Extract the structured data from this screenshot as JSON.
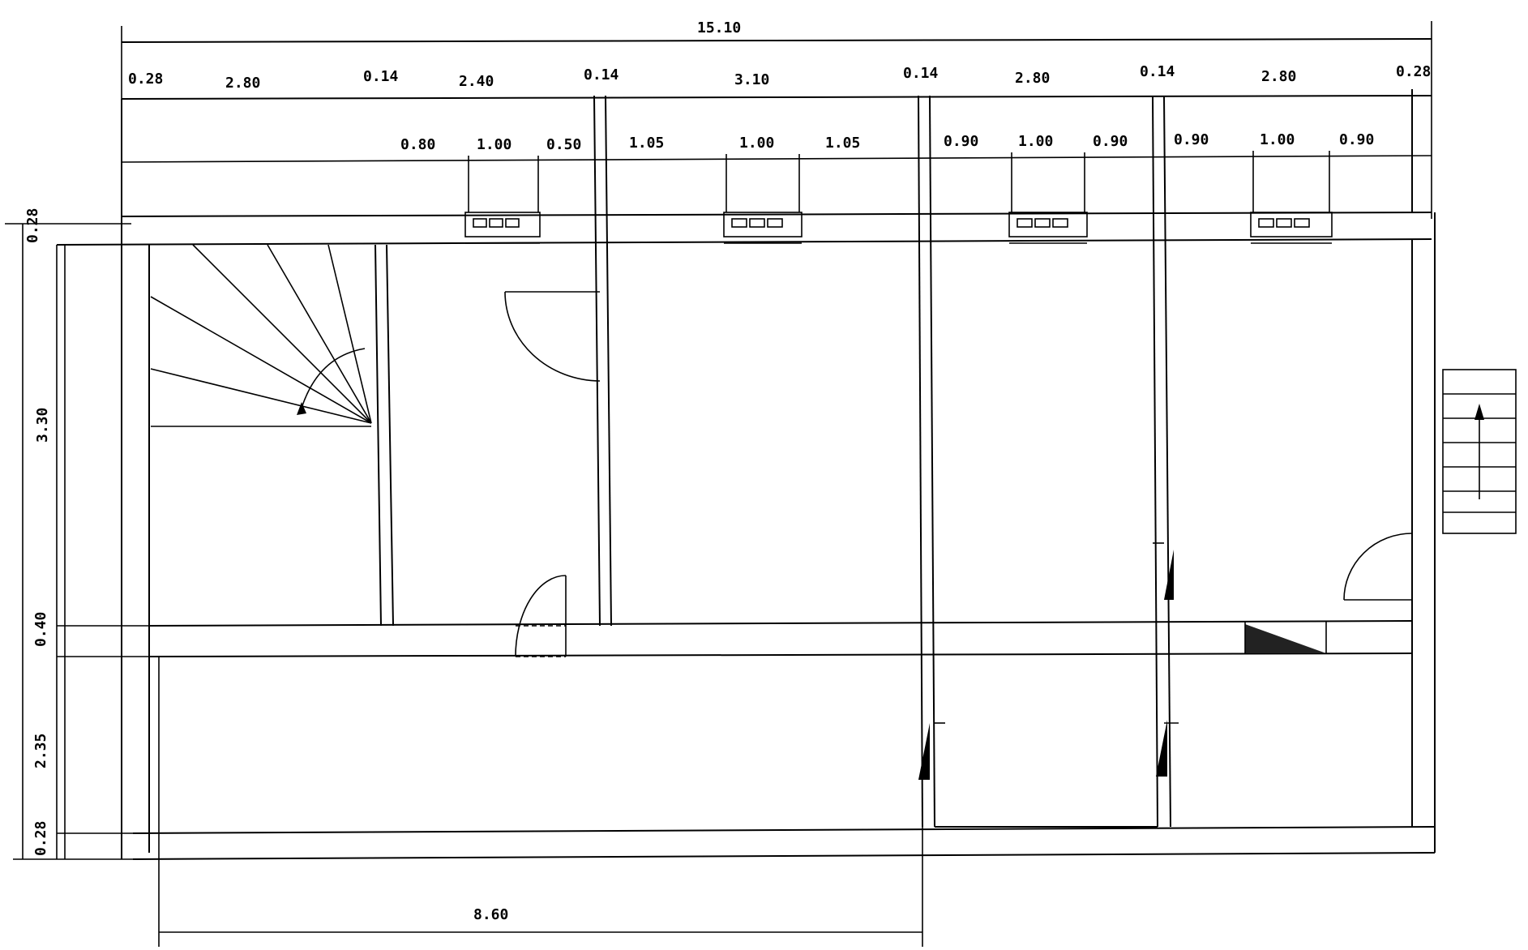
{
  "dimensions": {
    "overall_width": "15.10",
    "wall_w1": "0.28",
    "room1": "2.80",
    "wall_w2": "0.14",
    "room2": "2.40",
    "wall_w3": "0.14",
    "room3": "3.10",
    "wall_w4": "0.14",
    "room4": "2.80",
    "wall_w5": "0.14",
    "room5": "2.80",
    "wall_w6": "0.28",
    "win2_left": "0.80",
    "win2_width": "1.00",
    "win2_right": "0.50",
    "win3_left": "1.05",
    "win3_width": "1.00",
    "win3_right": "1.05",
    "win4_left": "0.90",
    "win4_width": "1.00",
    "win4_right": "0.90",
    "win5_left": "0.90",
    "win5_width": "1.00",
    "win5_right": "0.90",
    "left_top_wall": "0.28",
    "left_rooms": "3.30",
    "left_mid_wall": "0.40",
    "left_corridor": "2.35",
    "left_bottom_wall": "0.28",
    "bottom_span": "8.60"
  },
  "colors": {
    "ink": "#000000",
    "paper": "#ffffff"
  }
}
